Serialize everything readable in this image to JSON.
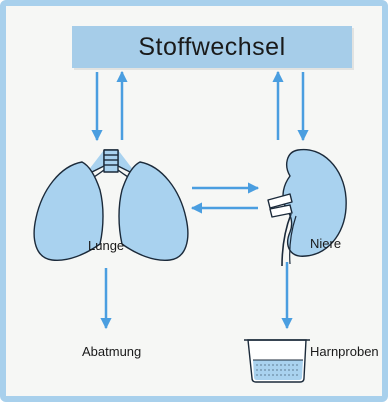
{
  "title": "Stoffwechsel",
  "labels": {
    "lungs": "Lunge",
    "kidney": "Niere",
    "exhalation": "Abatmung",
    "urine": "Harnproben"
  },
  "colors": {
    "frame": "#a8d0ec",
    "title_box": "#a6cde9",
    "organ_fill": "#a9d2ef",
    "organ_stroke": "#1b2a3a",
    "arrow": "#4a9ee0"
  }
}
